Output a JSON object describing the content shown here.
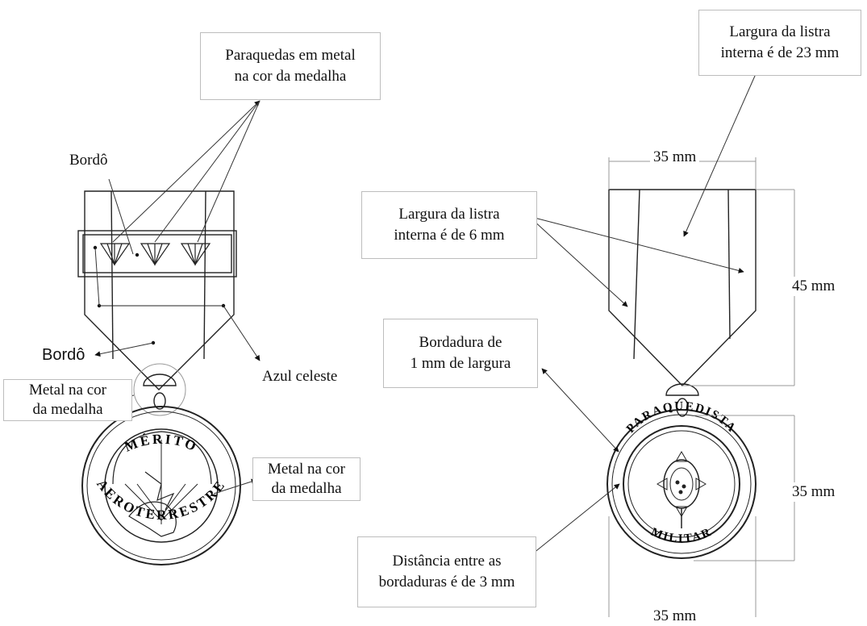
{
  "left_medal": {
    "labels": {
      "paraquedas": [
        "Paraquedas em metal",
        "na cor da medalha"
      ],
      "bordo_top": "Bordô",
      "bordo_left": "Bordô",
      "azul": "Azul celeste",
      "metal_left": [
        "Metal na cor",
        "da medalha"
      ],
      "metal_right": [
        "Metal na cor",
        "da medalha"
      ]
    },
    "ring_text_top": "MÉRITO",
    "ring_text_bottom": "AEROTERRESTRE"
  },
  "right_medal": {
    "labels": {
      "listra_23": [
        "Largura da listra",
        "interna é de 23 mm"
      ],
      "listra_6": [
        "Largura da listra",
        "interna é de 6 mm"
      ],
      "bordadura": [
        "Bordadura de",
        "1 mm de largura"
      ],
      "distancia": [
        "Distância entre as",
        "bordaduras é de 3 mm"
      ]
    },
    "dims": {
      "ribbon_width": "35 mm",
      "ribbon_height": "45 mm",
      "medal_height": "35 mm",
      "medal_width": "35 mm"
    },
    "ring_text_top": "PARAQUEDISTA",
    "ring_text_bottom": "MILITAR"
  }
}
